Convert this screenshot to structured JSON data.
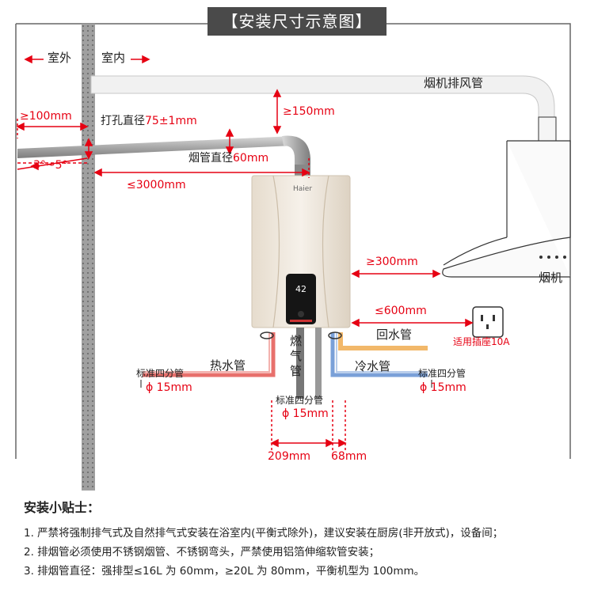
{
  "title": "【安装尺寸示意图】",
  "labels": {
    "outdoor": "室外",
    "indoor": "室内",
    "range_hood_duct": "烟机排风管",
    "gte100": "≥100mm",
    "hole_diameter_text": "打孔直径",
    "hole_diameter_value": "75±1mm",
    "gte150": "≥150mm",
    "slope": "3°~5°",
    "flue_diameter_text": "烟管直径",
    "flue_diameter_value": "60mm",
    "lte3000": "≤3000mm",
    "brand": "Haier",
    "display": "42",
    "gte300": "≥300mm",
    "range_hood": "烟机",
    "lte600": "≤600mm",
    "return_pipe": "回水管",
    "socket_label": "适用插座10A",
    "gas_pipe": "燃气管",
    "hot_pipe": "热水管",
    "cold_pipe": "冷水管",
    "std_pipe": "标准四分管",
    "pipe_diameter": "ϕ 15mm",
    "dim209": "209mm",
    "dim68": "68mm"
  },
  "tips": {
    "title": "安装小贴士：",
    "items": [
      "1. 严禁将强制排气式及自然排气式安装在浴室内(平衡式除外)，建议安装在厨房(非开放式)，设备间；",
      "2. 排烟管必须使用不锈钢烟管、不锈钢弯头，严禁使用铝箔伸缩软管安装；",
      "3. 排烟管直径：强排型≤16L 为 60mm，≥20L 为 80mm，平衡机型为 100mm。"
    ]
  },
  "colors": {
    "accent_red": "#e60012",
    "title_bg": "#4a4a4a",
    "hot_pipe": "#e8706c",
    "cold_pipe": "#7aa0d8",
    "return_pipe": "#f2b86a",
    "gas_pipe": "#777777",
    "wall": "#8c8c8c",
    "heater_body": "#ece3d6"
  },
  "icons": [
    "outdoor-arrow-icon",
    "indoor-arrow-icon",
    "socket-icon",
    "display-panel-icon"
  ]
}
